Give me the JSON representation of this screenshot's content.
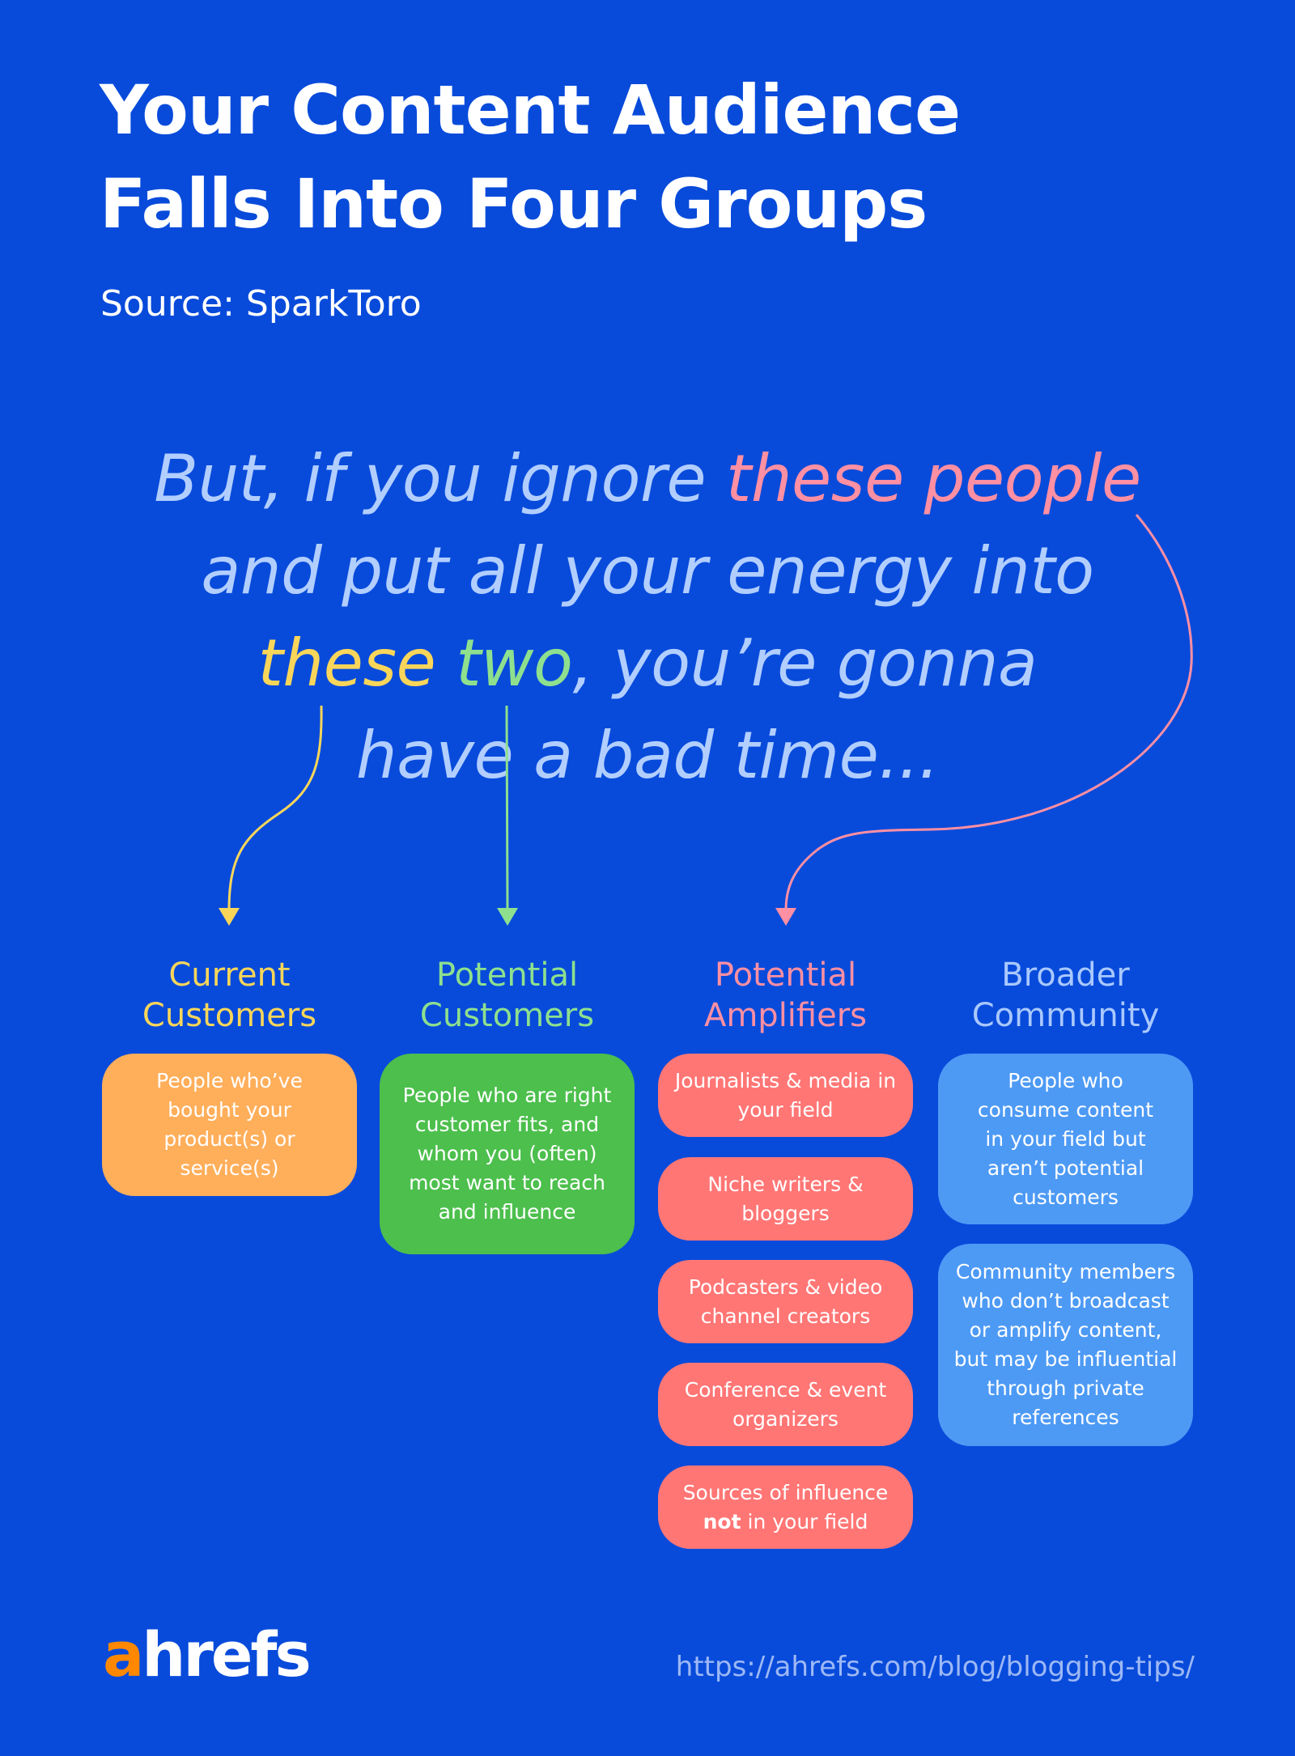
{
  "header": {
    "title_line1": "Your Content Audience",
    "title_line2": "Falls Into Four Groups",
    "source": "Source: SparkToro"
  },
  "quote": {
    "line1": {
      "pre": "But, if you ignore ",
      "highlight": "these people"
    },
    "line2": "and put all your energy into",
    "line3": {
      "yellow": "these",
      "space": " ",
      "green": "two",
      "post": ", you’re gonna"
    },
    "line4": "have a bad time..."
  },
  "colors": {
    "background": "#084BDB",
    "quote_text": "#B1CEFF",
    "yellow": "#F9D65A",
    "green": "#8EE08E",
    "pink": "#FF8FA3",
    "light_blue": "#A9C8FF",
    "card_orange": "#FFAE5A",
    "card_green": "#4CBF4C",
    "card_red": "#FF7675",
    "card_blue": "#4D9AF5",
    "logo_orange": "#FF8800"
  },
  "groups": [
    {
      "heading_line1": "Current",
      "heading_line2": "Customers",
      "cards": [
        {
          "text": "People who’ve bought your product(s) or service(s)"
        }
      ]
    },
    {
      "heading_line1": "Potential",
      "heading_line2": "Customers",
      "cards": [
        {
          "text": "People who are right customer fits, and whom you (often) most want to reach and influence"
        }
      ]
    },
    {
      "heading_line1": "Potential",
      "heading_line2": "Amplifiers",
      "cards": [
        {
          "text": "Journalists & media in your field"
        },
        {
          "text": "Niche writers & bloggers"
        },
        {
          "text": "Podcasters & video channel creators"
        },
        {
          "text": "Conference & event organizers"
        },
        {
          "text_pre": "Sources of influence",
          "text_bold": "not",
          "text_post": " in your field"
        }
      ]
    },
    {
      "heading_line1": "Broader",
      "heading_line2": "Community",
      "cards": [
        {
          "text": "People who consume content in your field but aren’t potential customers"
        },
        {
          "text": "Community members who don’t broadcast or amplify content, but may be influential through private references"
        }
      ]
    }
  ],
  "footer": {
    "logo_accent": "a",
    "logo_rest": "hrefs",
    "url": "https://ahrefs.com/blog/blogging-tips/"
  }
}
